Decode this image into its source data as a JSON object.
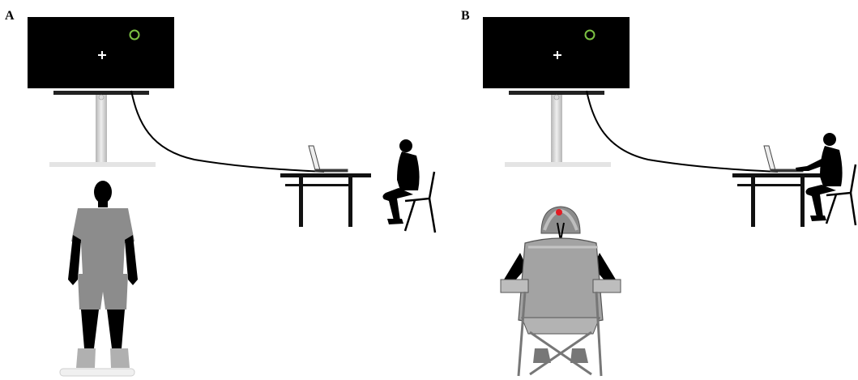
{
  "panels": [
    {
      "id": "A",
      "label": "A"
    },
    {
      "id": "B",
      "label": "B"
    }
  ],
  "colors": {
    "background": "#ffffff",
    "screen": "#000000",
    "fixation_cross": "#ffffff",
    "target_ring": "#7dc243",
    "stand": "#cfcfcf",
    "cable": "#000000",
    "furniture": "#111111",
    "silhouette": "#000000",
    "body_gray": "#8c8c8c",
    "helmet_marker": "#e31b23"
  }
}
